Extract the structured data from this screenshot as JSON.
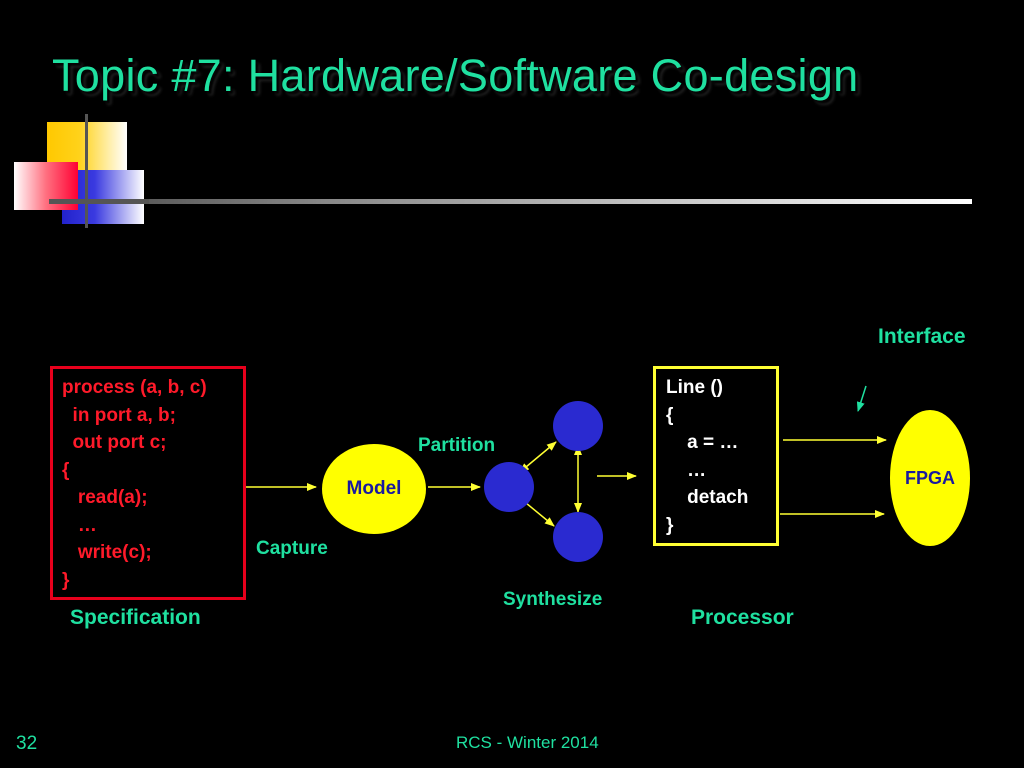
{
  "slide": {
    "title": "Topic #7: Hardware/Software Co-design",
    "page_number": "32",
    "footer": "RCS - Winter 2014"
  },
  "diagram": {
    "spec_code": "process (a, b, c)\n  in port a, b;\n  out port c;\n{\n   read(a);\n   …\n   write(c);\n}",
    "processor_code": "Line ()\n{\n    a = …\n    …\n    detach\n}",
    "labels": {
      "specification": "Specification",
      "capture": "Capture",
      "model": "Model",
      "partition": "Partition",
      "synthesize": "Synthesize",
      "processor": "Processor",
      "interface": "Interface",
      "fpga": "FPGA"
    },
    "colors": {
      "title": "#1fe0a0",
      "spec_text": "#ff1a2a",
      "spec_border": "#e8001c",
      "processor_border": "#ffff33",
      "arrow": "#ffff33",
      "node_blue": "#2a2ad0",
      "ellipse_yellow": "#ffff00",
      "interface_arrow": "#1fe0a0"
    }
  }
}
